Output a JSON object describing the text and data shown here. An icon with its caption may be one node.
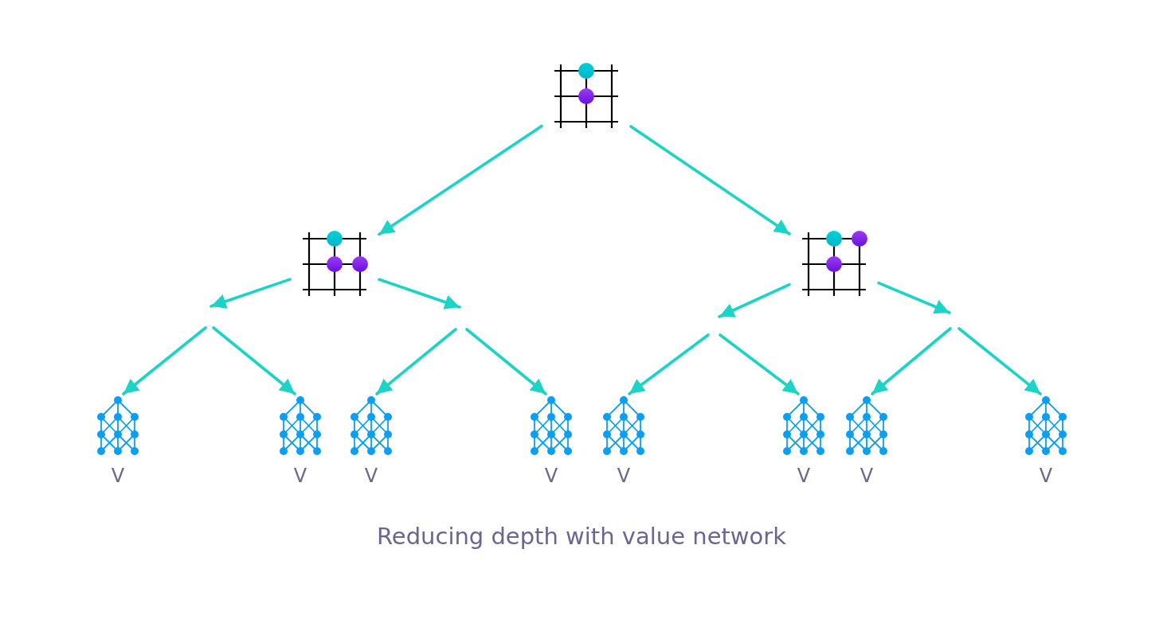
{
  "diagram": {
    "caption": "Reducing depth with value network",
    "nodes": [
      {
        "text": [],
        "shape": "picture"
      },
      {
        "text": [],
        "shape": "picture"
      },
      {
        "text": [],
        "shape": "picture"
      },
      {
        "text": [],
        "shape": "picture",
        "beside": [
          "V"
        ]
      },
      {
        "text": [],
        "shape": "picture",
        "beside": [
          "V"
        ]
      },
      {
        "text": [],
        "shape": "picture",
        "beside": [
          "V"
        ]
      },
      {
        "text": [],
        "shape": "picture",
        "beside": [
          "V"
        ]
      },
      {
        "text": [],
        "shape": "picture",
        "beside": [
          "V"
        ]
      },
      {
        "text": [],
        "shape": "picture",
        "beside": [
          "V"
        ]
      },
      {
        "text": [],
        "shape": "picture",
        "beside": [
          "V"
        ]
      },
      {
        "text": [],
        "shape": "picture",
        "beside": [
          "V"
        ]
      }
    ],
    "edges": [
      {
        "from": 0,
        "to": 1,
        "arrow": "to"
      },
      {
        "from": 0,
        "to": 2,
        "arrow": "to"
      },
      {
        "from": 1,
        "to": null,
        "arrow": "to"
      },
      {
        "from": 1,
        "to": null,
        "arrow": "to"
      },
      {
        "from": 2,
        "to": null,
        "arrow": "to"
      },
      {
        "from": 2,
        "to": null,
        "arrow": "to"
      },
      {
        "from": null,
        "to": 3,
        "arrow": "to"
      },
      {
        "from": null,
        "to": 4,
        "arrow": "to"
      },
      {
        "from": null,
        "to": 5,
        "arrow": "to"
      },
      {
        "from": null,
        "to": 6,
        "arrow": "to"
      },
      {
        "from": null,
        "to": 7,
        "arrow": "to"
      },
      {
        "from": null,
        "to": 8,
        "arrow": "to"
      },
      {
        "from": null,
        "to": 9,
        "arrow": "to"
      },
      {
        "from": null,
        "to": 10,
        "arrow": "to"
      }
    ]
  }
}
